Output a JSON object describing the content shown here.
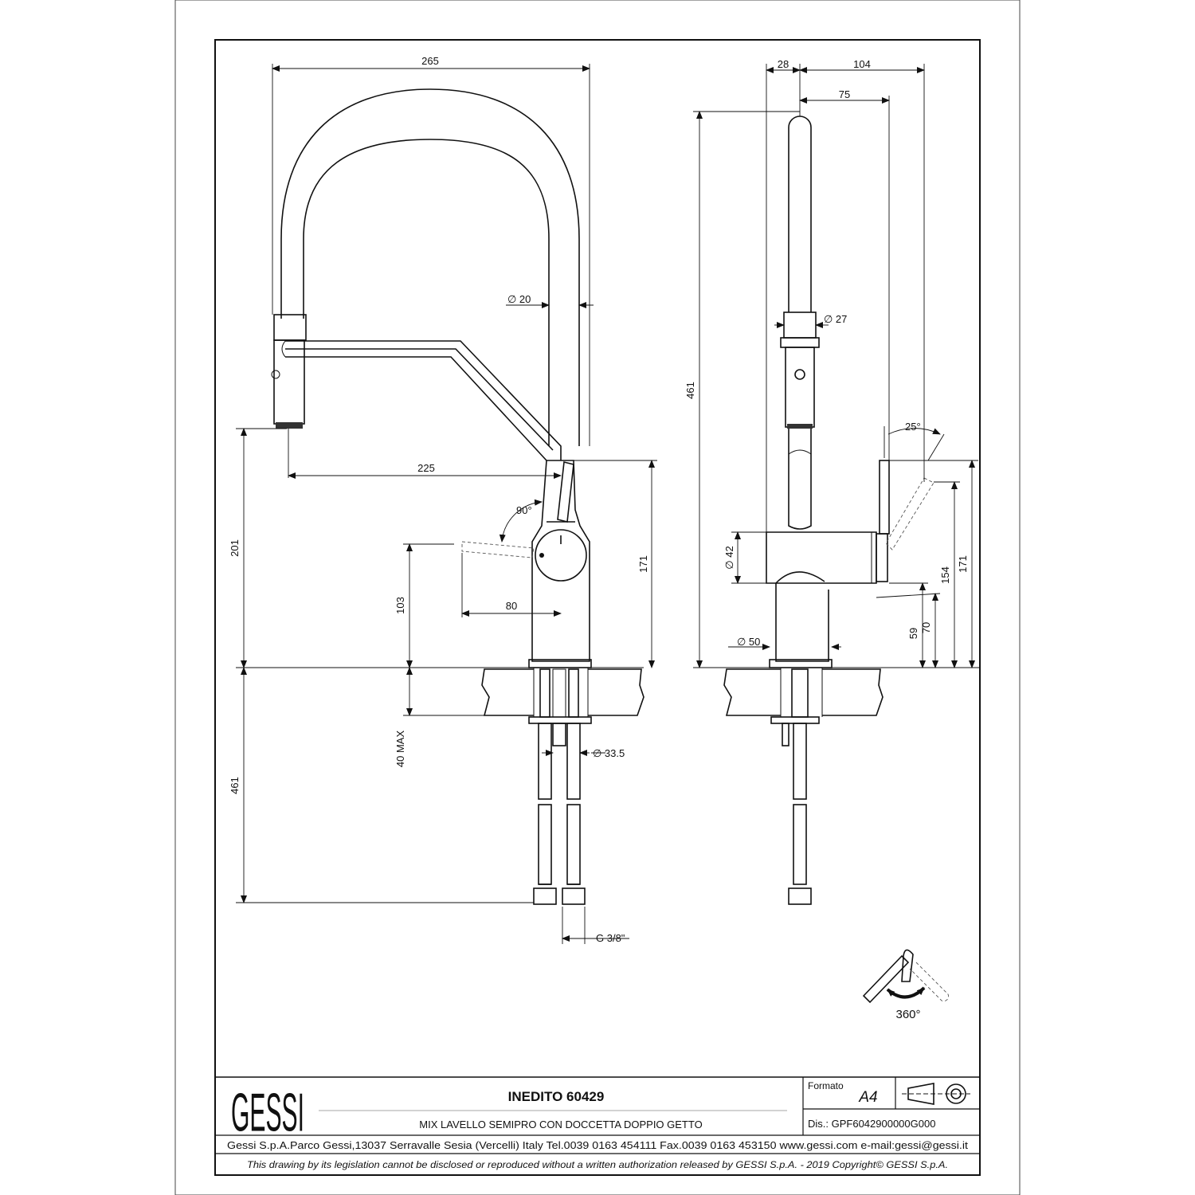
{
  "title_block": {
    "brand": "GESSI",
    "product": "INEDITO 60429",
    "description": "MIX LAVELLO SEMIPRO CON DOCCETTA DOPPIO GETTO",
    "formato_label": "Formato",
    "formato_value": "A4",
    "drawing_no": "Dis.: GPF6042900000G000",
    "company_info": "Gessi S.p.A.Parco Gessi,13037 Serravalle Sesia (Vercelli) Italy Tel.0039 0163 454111 Fax.0039 0163 453150 www.gessi.com e-mail:gessi@gessi.it",
    "legal": "This drawing by its legislation cannot be disclosed or reproduced without a written authorization released by GESSI S.p.A. - 2019 Copyright© GESSI S.p.A."
  },
  "front_view_dims": {
    "width_total": "265",
    "spout_reach": "225",
    "tube_diameter": "∅ 20",
    "handle_angle": "90°",
    "handle_reach": "80",
    "height_spout": "201",
    "height_handle": "103",
    "height_body": "171",
    "deck_thickness": "40 MAX",
    "hose_length": "461",
    "shank_diameter": "∅ 33.5",
    "thread": "G 3/8\""
  },
  "side_view_dims": {
    "body_depth": "28",
    "depth_total": "104",
    "spout_offset": "75",
    "total_height": "461",
    "spray_diameter": "∅ 27",
    "lever_angle": "25°",
    "body_diameter": "∅ 42",
    "base_diameter": "∅ 50",
    "h59": "59",
    "h70": "70",
    "h154": "154",
    "h171": "171"
  },
  "rotation": {
    "label": "360°"
  }
}
